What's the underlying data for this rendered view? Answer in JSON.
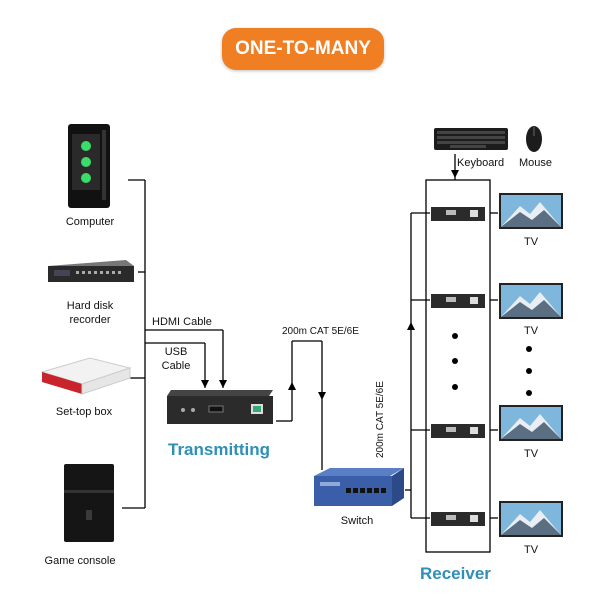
{
  "title": "ONE-TO-MANY",
  "sources": {
    "computer": "Computer",
    "hdd_line1": "Hard disk",
    "hdd_line2": "recorder",
    "settop": "Set-top box",
    "game": "Game console"
  },
  "cables": {
    "hdmi": "HDMI Cable",
    "usb_line1": "USB",
    "usb_line2": "Cable",
    "cat_tx": "200m CAT 5E/6E",
    "cat_rx": "200m CAT 5E/6E"
  },
  "transmitting": "Transmitting",
  "switch": "Switch",
  "receiver": "Receiver",
  "keyboard": "Keyboard",
  "mouse": "Mouse",
  "tvs": [
    "TV",
    "TV",
    "TV",
    "TV"
  ],
  "colors": {
    "badge": "#f07e22",
    "accent_blue": "#2f8fb5",
    "switch_blue": "#3a5fa8"
  }
}
